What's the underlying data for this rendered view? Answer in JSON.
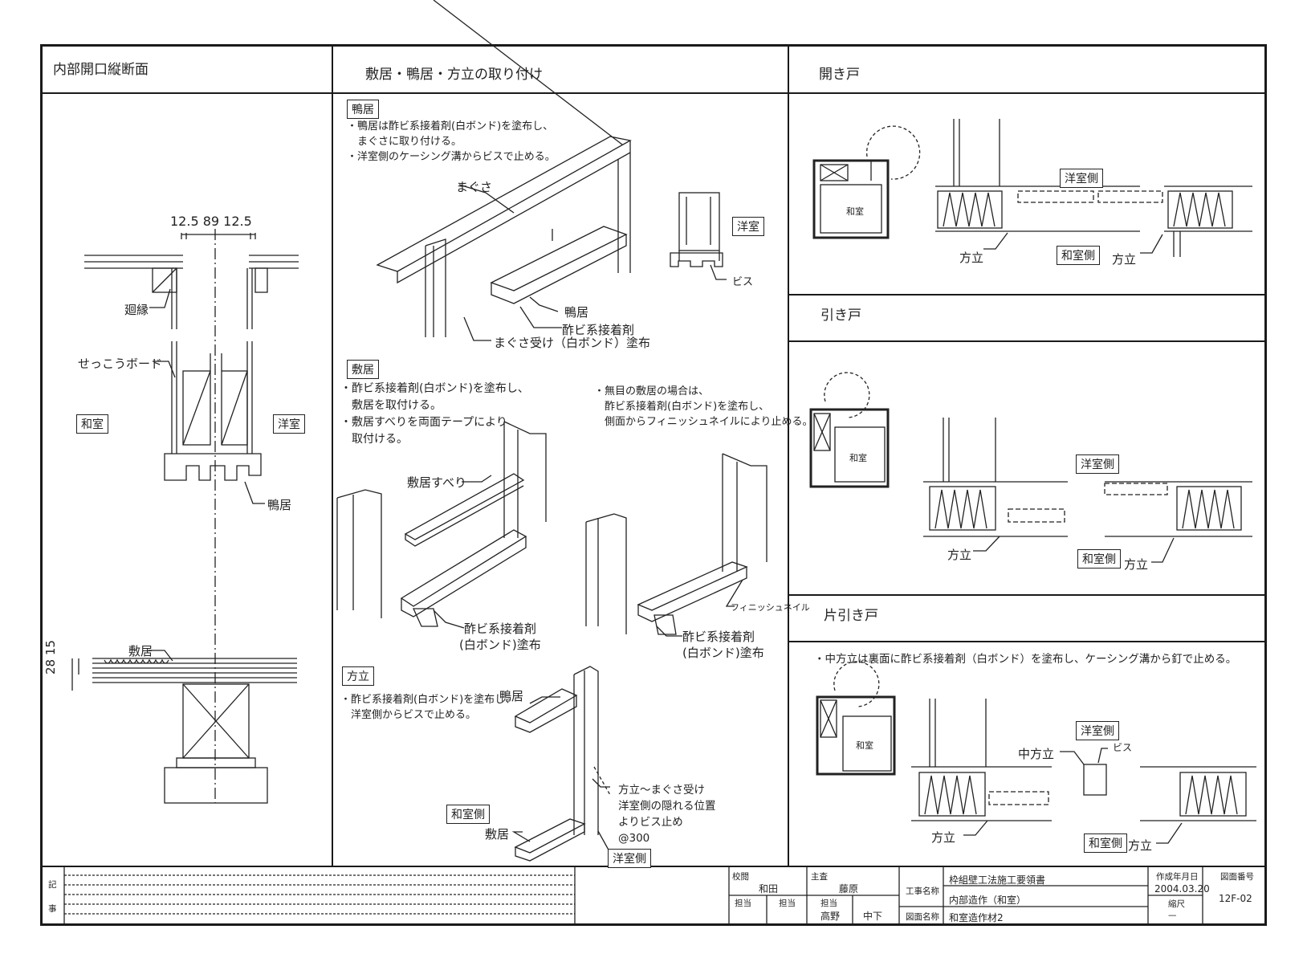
{
  "panels": {
    "section": {
      "title": "内部開口縦断面"
    },
    "install": {
      "title": "敷居・鴨居・方立の取り付け"
    },
    "hinged": {
      "title": "開き戸"
    },
    "sliding": {
      "title": "引き戸"
    },
    "single_sliding": {
      "title": "片引き戸"
    }
  },
  "section_labels": {
    "dim_top": "12.5   89   12.5",
    "mawaribuchi": "廻縁",
    "board": "せっこうボード",
    "washitsu": "和室",
    "youshitsu": "洋室",
    "kamoi": "鴨居",
    "shikii": "敷居",
    "dim_side": "28 15"
  },
  "kamoi_block": {
    "tag": "鴨居",
    "notes": [
      "・鴨居は酢ビ系接着剤(白ボンド)を塗布し、",
      "　まぐさに取り付ける。",
      "・洋室側のケーシング溝からビスで止める。"
    ],
    "maguisa": "まぐさ",
    "kamoi_label": "鴨居",
    "adhesive1": "酢ビ系接着剤",
    "maguisa_uke": "まぐさ受け（白ボンド）塗布",
    "youshitsu": "洋室",
    "bisu": "ビス"
  },
  "shikii_block": {
    "tag": "敷居",
    "notes": [
      "・酢ビ系接着剤(白ボンド)を塗布し、",
      "　敷居を取付ける。",
      "・敷居すべりを両面テープにより",
      "　取付ける。"
    ],
    "notes_right": [
      "・無目の敷居の場合は、",
      "　酢ビ系接着剤(白ボンド)を塗布し、",
      "　側面からフィニッシュネイルにより止める。"
    ],
    "suberi": "敷居すべり",
    "adhesive_a": "酢ビ系接着剤",
    "adhesive_a2": "(白ボンド)塗布",
    "finish_nail": "フィニッシュネイル",
    "adhesive_b": "酢ビ系接着剤",
    "adhesive_b2": "(白ボンド)塗布"
  },
  "houdate_block": {
    "tag": "方立",
    "notes": [
      "・酢ビ系接着剤(白ボンド)を塗布し、",
      "　洋室側からビスで止める。"
    ],
    "kamoi": "鴨居",
    "callout": [
      "方立～まぐさ受け",
      "洋室側の隠れる位置",
      "よりビス止め",
      "@300"
    ],
    "washitsu_side": "和室側",
    "shikii": "敷居",
    "youshitsu_side": "洋室側"
  },
  "door_labels": {
    "youshitsu_side": "洋室側",
    "washitsu_side": "和室側",
    "houdate": "方立",
    "washitsu": "和室",
    "naka_houdate": "中方立",
    "bisu": "ビス",
    "note_single": "・中方立は裏面に酢ビ系接着剤（白ボンド）を塗布し、ケーシング溝から釘で止める。"
  },
  "title_block": {
    "side_label_top": "記",
    "side_label_bottom": "事",
    "check_label": "校閲",
    "check_name": "和田",
    "lead_label": "主査",
    "lead_name": "藤原",
    "charge_label": "担当",
    "charge_label2": "担当",
    "charge_label3": "担当",
    "charge_name1": "高野",
    "charge_name2": "中下",
    "project_label": "工事名称",
    "project_name": "枠組壁工法施工要領書",
    "subtitle": "内部造作（和室）",
    "drawing_label": "図面名称",
    "drawing_name": "和室造作材2",
    "date_label": "作成年月日",
    "date": "2004.03.20",
    "scale_label": "縮尺",
    "scale": "—",
    "number_label": "図面番号",
    "number": "12F-02"
  }
}
